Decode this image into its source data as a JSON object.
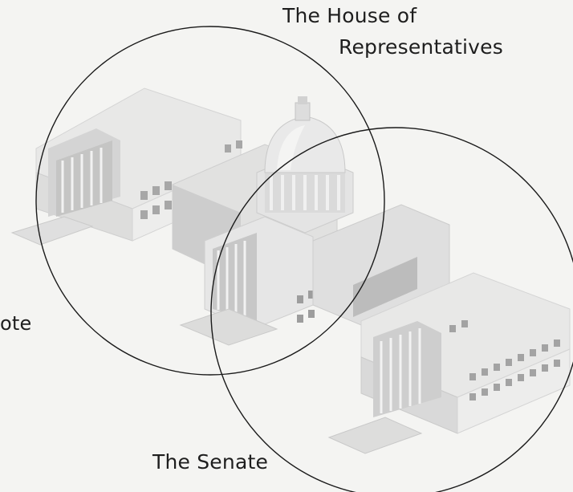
{
  "labels": {
    "house_line1": "The House of",
    "house_line2": "Representatives",
    "senate": "The Senate",
    "left_fragment": "ote"
  },
  "colors": {
    "background": "#f4f4f2",
    "outline": "#1a1a1a",
    "building_light": "#ebebeb",
    "building_mid": "#d4d4d4",
    "building_dark": "#b8b8b8",
    "window": "#8a8a8a"
  }
}
